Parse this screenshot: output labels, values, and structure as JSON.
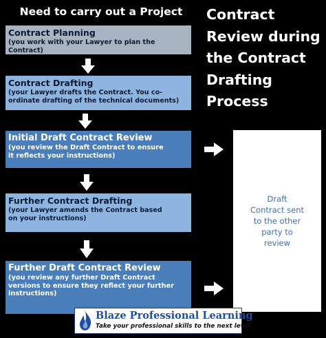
{
  "heading": "Need to carry out a Project",
  "side_title": [
    "Contract",
    "Review during",
    "the Contract",
    "Drafting",
    "Process"
  ],
  "steps": [
    {
      "title": "Contract Planning",
      "desc": [
        "(you work with your Lawyer to plan the",
        "Contract)"
      ]
    },
    {
      "title": "Contract Drafting",
      "desc": [
        "(your Lawyer drafts the Contract. You co-",
        "ordinate drafting of the technical documents)"
      ]
    },
    {
      "title": "Initial Draft Contract Review",
      "desc": [
        "(you review the Draft Contract to ensure",
        "it reflects your instructions)"
      ]
    },
    {
      "title": "Further Contract Drafting",
      "desc": [
        "(your Lawyer amends the Contract based",
        "on your instructions)"
      ]
    },
    {
      "title": "Further Draft Contract Review",
      "desc": [
        "(you review any further Draft Contract",
        "versions to ensure they reflect your further",
        "instructions)"
      ]
    }
  ],
  "note": [
    "Draft",
    "Contract sent",
    "to the other",
    "party to",
    "review"
  ],
  "logo": {
    "name": "Blaze Professional Learning",
    "tagline": "Take your professional skills to the next level"
  },
  "colors": {
    "background": "#000000",
    "step_grey": "#a9b4c2",
    "step_light_blue": "#8db5e0",
    "step_dark_blue": "#4a7ebb",
    "note_text": "#3d6fb0",
    "logo_blue": "#1e4f9c"
  },
  "icons": [
    "down-arrow-icon",
    "right-arrow-icon",
    "flame-logo-icon"
  ]
}
